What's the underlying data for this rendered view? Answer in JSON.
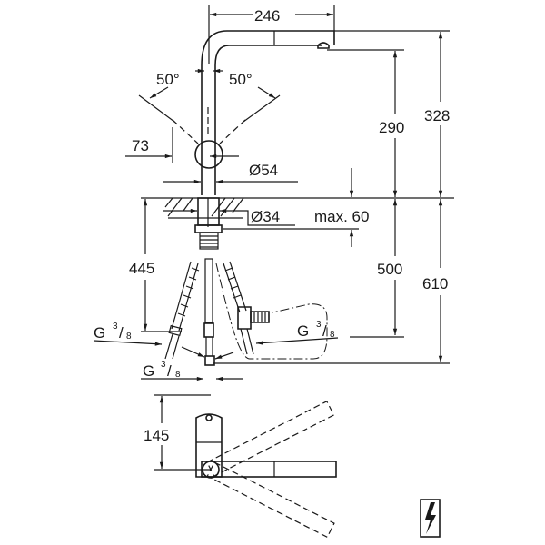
{
  "dimensions": {
    "spout_reach": "246",
    "lever_angle_left": "50°",
    "lever_angle_right": "50°",
    "lever_offset": "73",
    "body_diameter": "Ø54",
    "hole_diameter": "Ø34",
    "max_counter_thickness": "max. 60",
    "outlet_height": "290",
    "total_height": "328",
    "hose_length": "445",
    "hose_length_2": "500",
    "hose_length_3": "610",
    "top_view_depth": "145"
  },
  "connections": [
    {
      "prefix": "G",
      "numerator": "3",
      "denominator": "8"
    },
    {
      "prefix": "G",
      "numerator": "3",
      "denominator": "8"
    },
    {
      "prefix": "G",
      "numerator": "3",
      "denominator": "8"
    }
  ],
  "icons": [
    "electrical-warning-icon"
  ]
}
